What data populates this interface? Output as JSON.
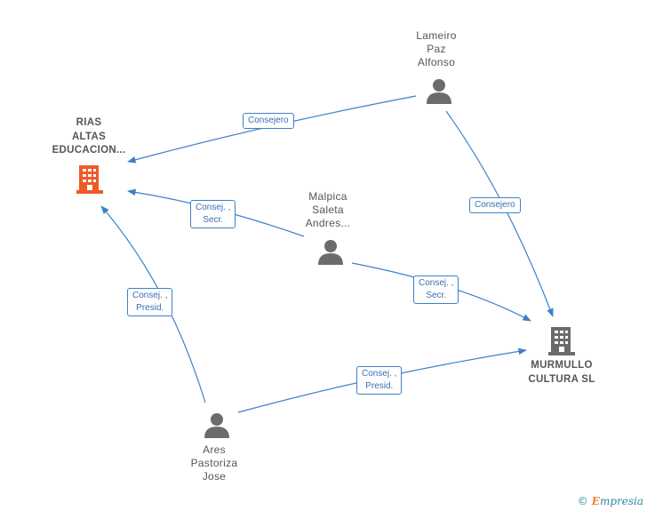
{
  "colors": {
    "edge": "#3b82c8",
    "person_icon": "#6b6b6b",
    "company_icon_highlight": "#f05a28",
    "company_icon": "#6b6b6b",
    "watermark": "#2a8a9a",
    "watermark_accent": "#e8812b"
  },
  "nodes": {
    "rias": {
      "kind": "company",
      "lines": [
        "RIAS",
        "ALTAS",
        "EDUCACION..."
      ]
    },
    "murmullo": {
      "kind": "company",
      "lines": [
        "MURMULLO",
        "CULTURA  SL"
      ]
    },
    "lameiro": {
      "kind": "person",
      "lines": [
        "Lameiro",
        "Paz",
        "Alfonso"
      ]
    },
    "malpica": {
      "kind": "person",
      "lines": [
        "Malpica",
        "Saleta",
        "Andres..."
      ]
    },
    "ares": {
      "kind": "person",
      "lines": [
        "Ares",
        "Pastoriza",
        "Jose"
      ]
    }
  },
  "edges": {
    "lameiro_rias": {
      "lines": [
        "Consejero"
      ]
    },
    "lameiro_murmullo": {
      "lines": [
        "Consejero"
      ]
    },
    "malpica_rias": {
      "lines": [
        "Consej. ,",
        "Secr."
      ]
    },
    "malpica_murmullo": {
      "lines": [
        "Consej. ,",
        "Secr."
      ]
    },
    "ares_rias": {
      "lines": [
        "Consej. ,",
        "Presid."
      ]
    },
    "ares_murmullo": {
      "lines": [
        "Consej. ,",
        "Presid."
      ]
    }
  },
  "watermark": {
    "copyright": "©",
    "brand_first": "E",
    "brand_rest": "mpresia"
  }
}
